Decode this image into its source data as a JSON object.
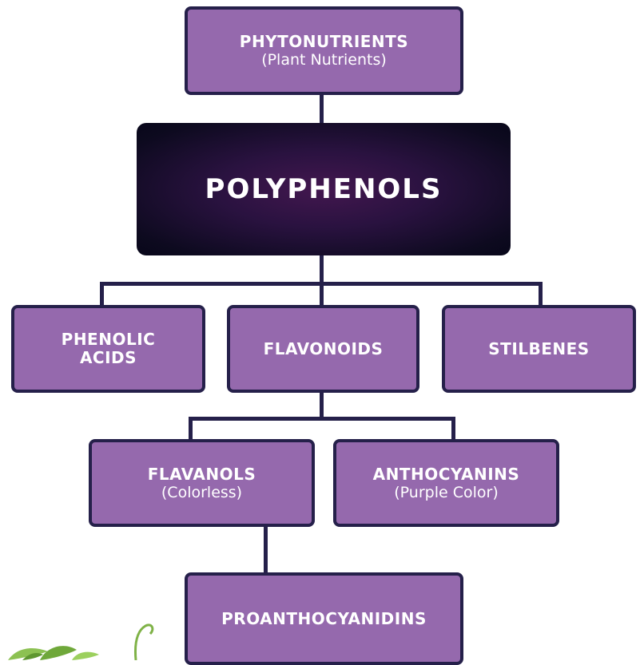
{
  "nodes": {
    "phytonutrients": {
      "title": "PHYTONUTRIENTS",
      "subtitle": "(Plant Nutrients)"
    },
    "polyphenols": {
      "title": "POLYPHENOLS"
    },
    "phenolic_acids": {
      "title": "PHENOLIC\nACIDS"
    },
    "flavonoids": {
      "title": "FLAVONOIDS"
    },
    "stilbenes": {
      "title": "STILBENES"
    },
    "flavanols": {
      "title": "FLAVANOLS",
      "subtitle": "(Colorless)"
    },
    "anthocyanins": {
      "title": "ANTHOCYANINS",
      "subtitle": "(Purple Color)"
    },
    "proanthocyanidins": {
      "title": "PROANTHOCYANIDINS"
    }
  },
  "colors": {
    "box_fill": "#9569ad",
    "box_border": "#25204a",
    "polyphenols_center": "#43174f",
    "polyphenols_edge": "#08071a"
  }
}
